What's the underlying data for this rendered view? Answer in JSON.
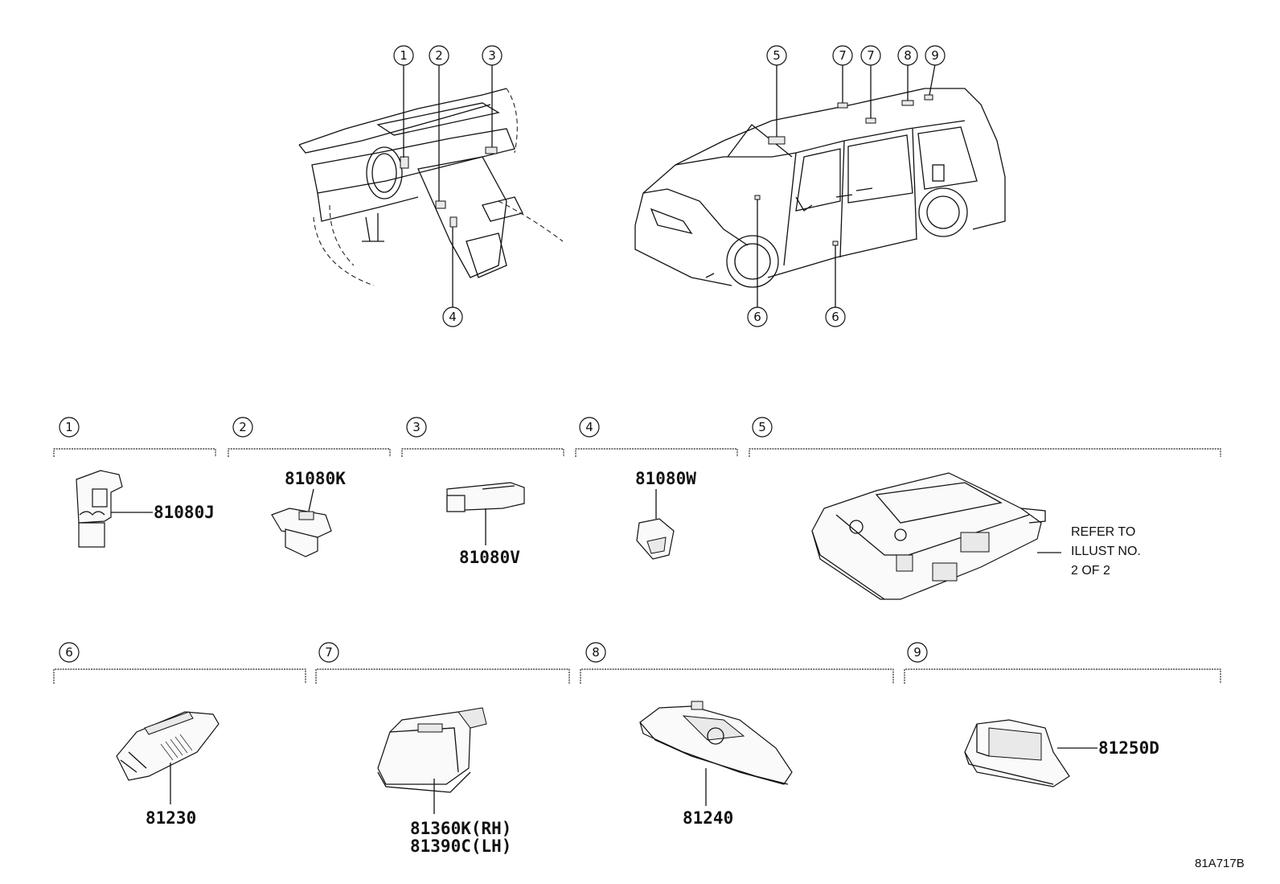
{
  "callouts": {
    "c1": "1",
    "c2": "2",
    "c3": "3",
    "c4": "4",
    "c5": "5",
    "c6": "6",
    "c7": "7",
    "c8": "8",
    "c9": "9"
  },
  "parts": {
    "p1": "81080J",
    "p2": "81080K",
    "p3": "81080V",
    "p4": "81080W",
    "p6": "81230",
    "p7_rh": "81360K(RH)",
    "p7_lh": "81390C(LH)",
    "p8": "81240",
    "p9": "81250D"
  },
  "refer_note": {
    "line1": "REFER TO",
    "line2": "ILLUST NO.",
    "line3": "2 OF 2"
  },
  "illustration_code": "81A717B"
}
